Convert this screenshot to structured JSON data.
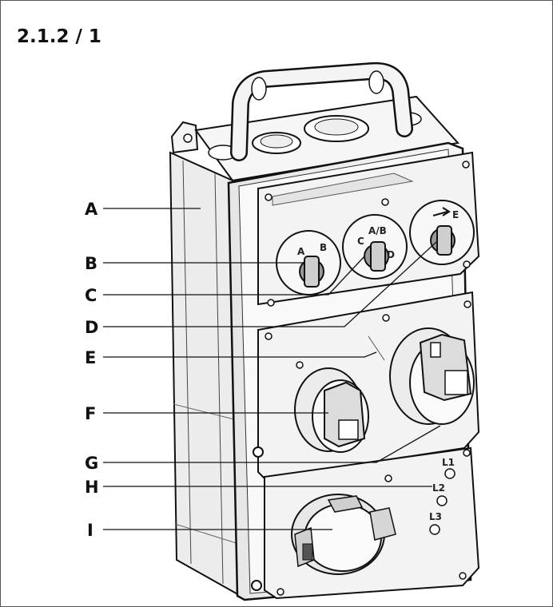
{
  "figure": {
    "title": "2.1.2 / 1"
  },
  "callouts": [
    "A",
    "B",
    "C",
    "D",
    "E",
    "F",
    "G",
    "H",
    "I"
  ],
  "switch_marks": {
    "switch1": [
      "A",
      "B"
    ],
    "switch2": [
      "A/B",
      "C",
      "D"
    ],
    "switch3": [
      "E"
    ]
  },
  "indicator_labels": [
    "L1",
    "L2",
    "L3"
  ]
}
